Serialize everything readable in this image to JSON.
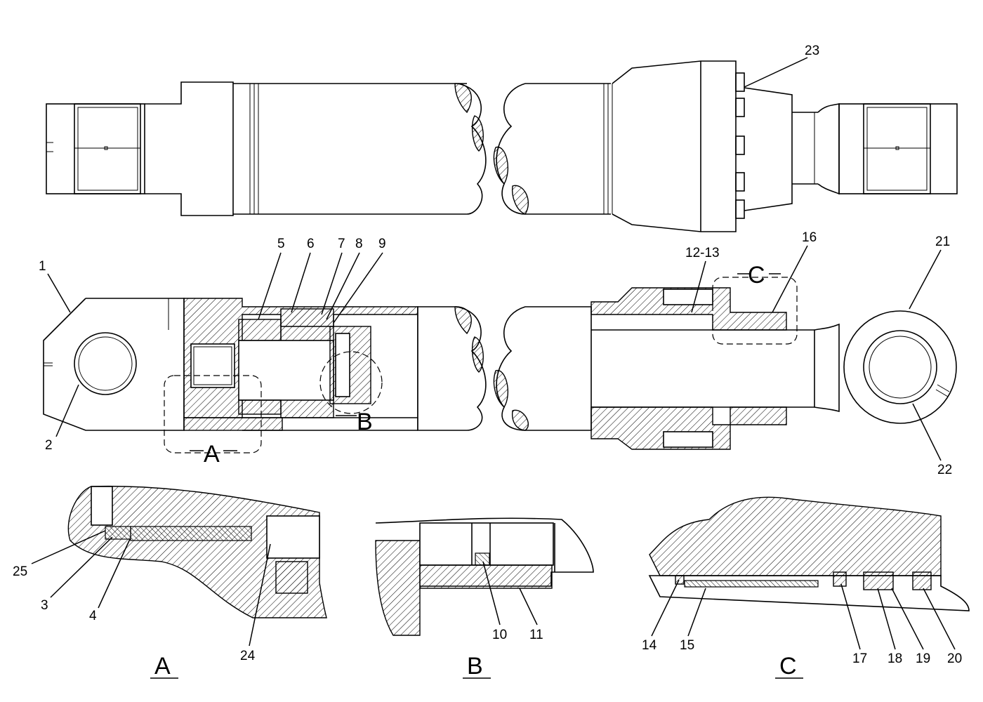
{
  "callouts": {
    "c1": "1",
    "c2": "2",
    "c3": "3",
    "c4": "4",
    "c5": "5",
    "c6": "6",
    "c7": "7",
    "c8": "8",
    "c9": "9",
    "c10": "10",
    "c11": "11",
    "c12_13": "12-13",
    "c14": "14",
    "c15": "15",
    "c16": "16",
    "c17": "17",
    "c18": "18",
    "c19": "19",
    "c20": "20",
    "c21": "21",
    "c22": "22",
    "c23": "23",
    "c24": "24",
    "c25": "25"
  },
  "detail_markers": {
    "a": "A",
    "b": "B",
    "c": "C"
  },
  "section_titles": {
    "a": "A",
    "b": "B",
    "c": "C"
  }
}
